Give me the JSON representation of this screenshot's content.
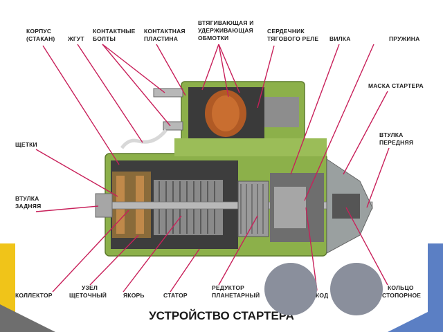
{
  "slide": {
    "title": "УСТРОЙСТВО СТАРТЕРА",
    "colors": {
      "accent_yellow": "#f0c419",
      "accent_blue": "#5b7fc4",
      "accent_gray": "#6e6e6e",
      "leader": "#c8205a",
      "body_green": "#8cb04a",
      "circle_gray": "#8a8f9c"
    }
  },
  "diagram": {
    "labels": {
      "korpus": [
        "КОРПУС",
        "(СТАКАН)"
      ],
      "zhgut": [
        "ЖГУТ"
      ],
      "kontaktnye_bolty": [
        "КОНТАКТНЫЕ",
        "БОЛТЫ"
      ],
      "kontaktnaya_plastina": [
        "КОНТАКТНАЯ",
        "ПЛАСТИНА"
      ],
      "obmotki": [
        "ВТЯГИВАЮЩАЯ И",
        "УДЕРЖИВАЮЩАЯ",
        "ОБМОТКИ"
      ],
      "serdechnik": [
        "СЕРДЕЧНИК",
        "ТЯГОВОГО РЕЛЕ"
      ],
      "vilka": [
        "ВИЛКА"
      ],
      "pruzhina": [
        "ПРУЖИНА"
      ],
      "maska": [
        "МАСКА СТАРТЕРА"
      ],
      "vtulka_perednyaya": [
        "ВТУЛКА",
        "ПЕРЕДНЯЯ"
      ],
      "shchetki": [
        "ЩЕТКИ"
      ],
      "vtulka_zadnyaya": [
        "ВТУЛКА",
        "ЗАДНЯЯ"
      ],
      "kollektor": [
        "КОЛЛЕКТОР"
      ],
      "uzel": [
        "УЗЕЛ",
        "ЩЕТОЧНЫЙ"
      ],
      "yakor": [
        "ЯКОРЬ"
      ],
      "stator": [
        "СТАТОР"
      ],
      "reduktor": [
        "РЕДУКТОР",
        "ПЛАНЕТАРНЫЙ"
      ],
      "kod": [
        "КОД"
      ],
      "koltso": [
        "КОЛЬЦО",
        "СТОПОРНОЕ"
      ]
    }
  }
}
